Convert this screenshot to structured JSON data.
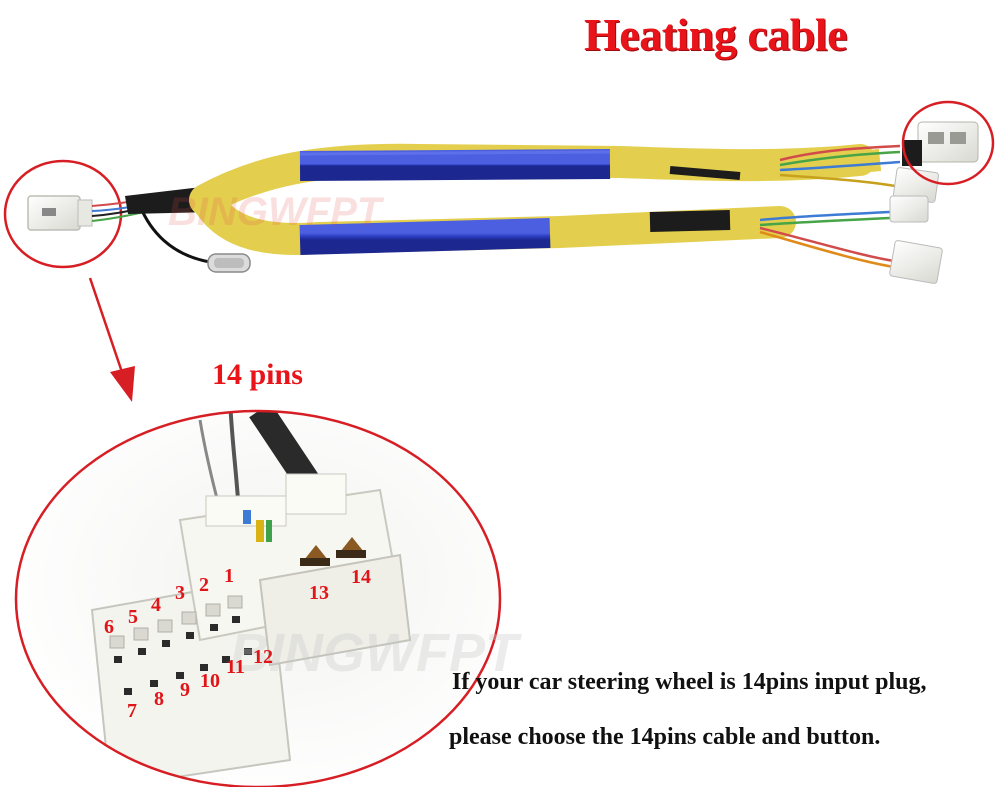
{
  "title": "Heating cable",
  "pins_title": "14 pins",
  "caption": {
    "line1": "If your car steering wheel is 14pins input plug,",
    "line2": "please choose the 14pins cable and button."
  },
  "watermark": "BINGWFPT",
  "pin_labels": [
    "1",
    "2",
    "3",
    "4",
    "5",
    "6",
    "7",
    "8",
    "9",
    "10",
    "11",
    "12",
    "13",
    "14"
  ],
  "colors": {
    "title": "#e8141a",
    "cable_blue": "#2c3fc4",
    "cable_yellow": "#e3cf4d",
    "annotation_red": "#d71e24"
  }
}
